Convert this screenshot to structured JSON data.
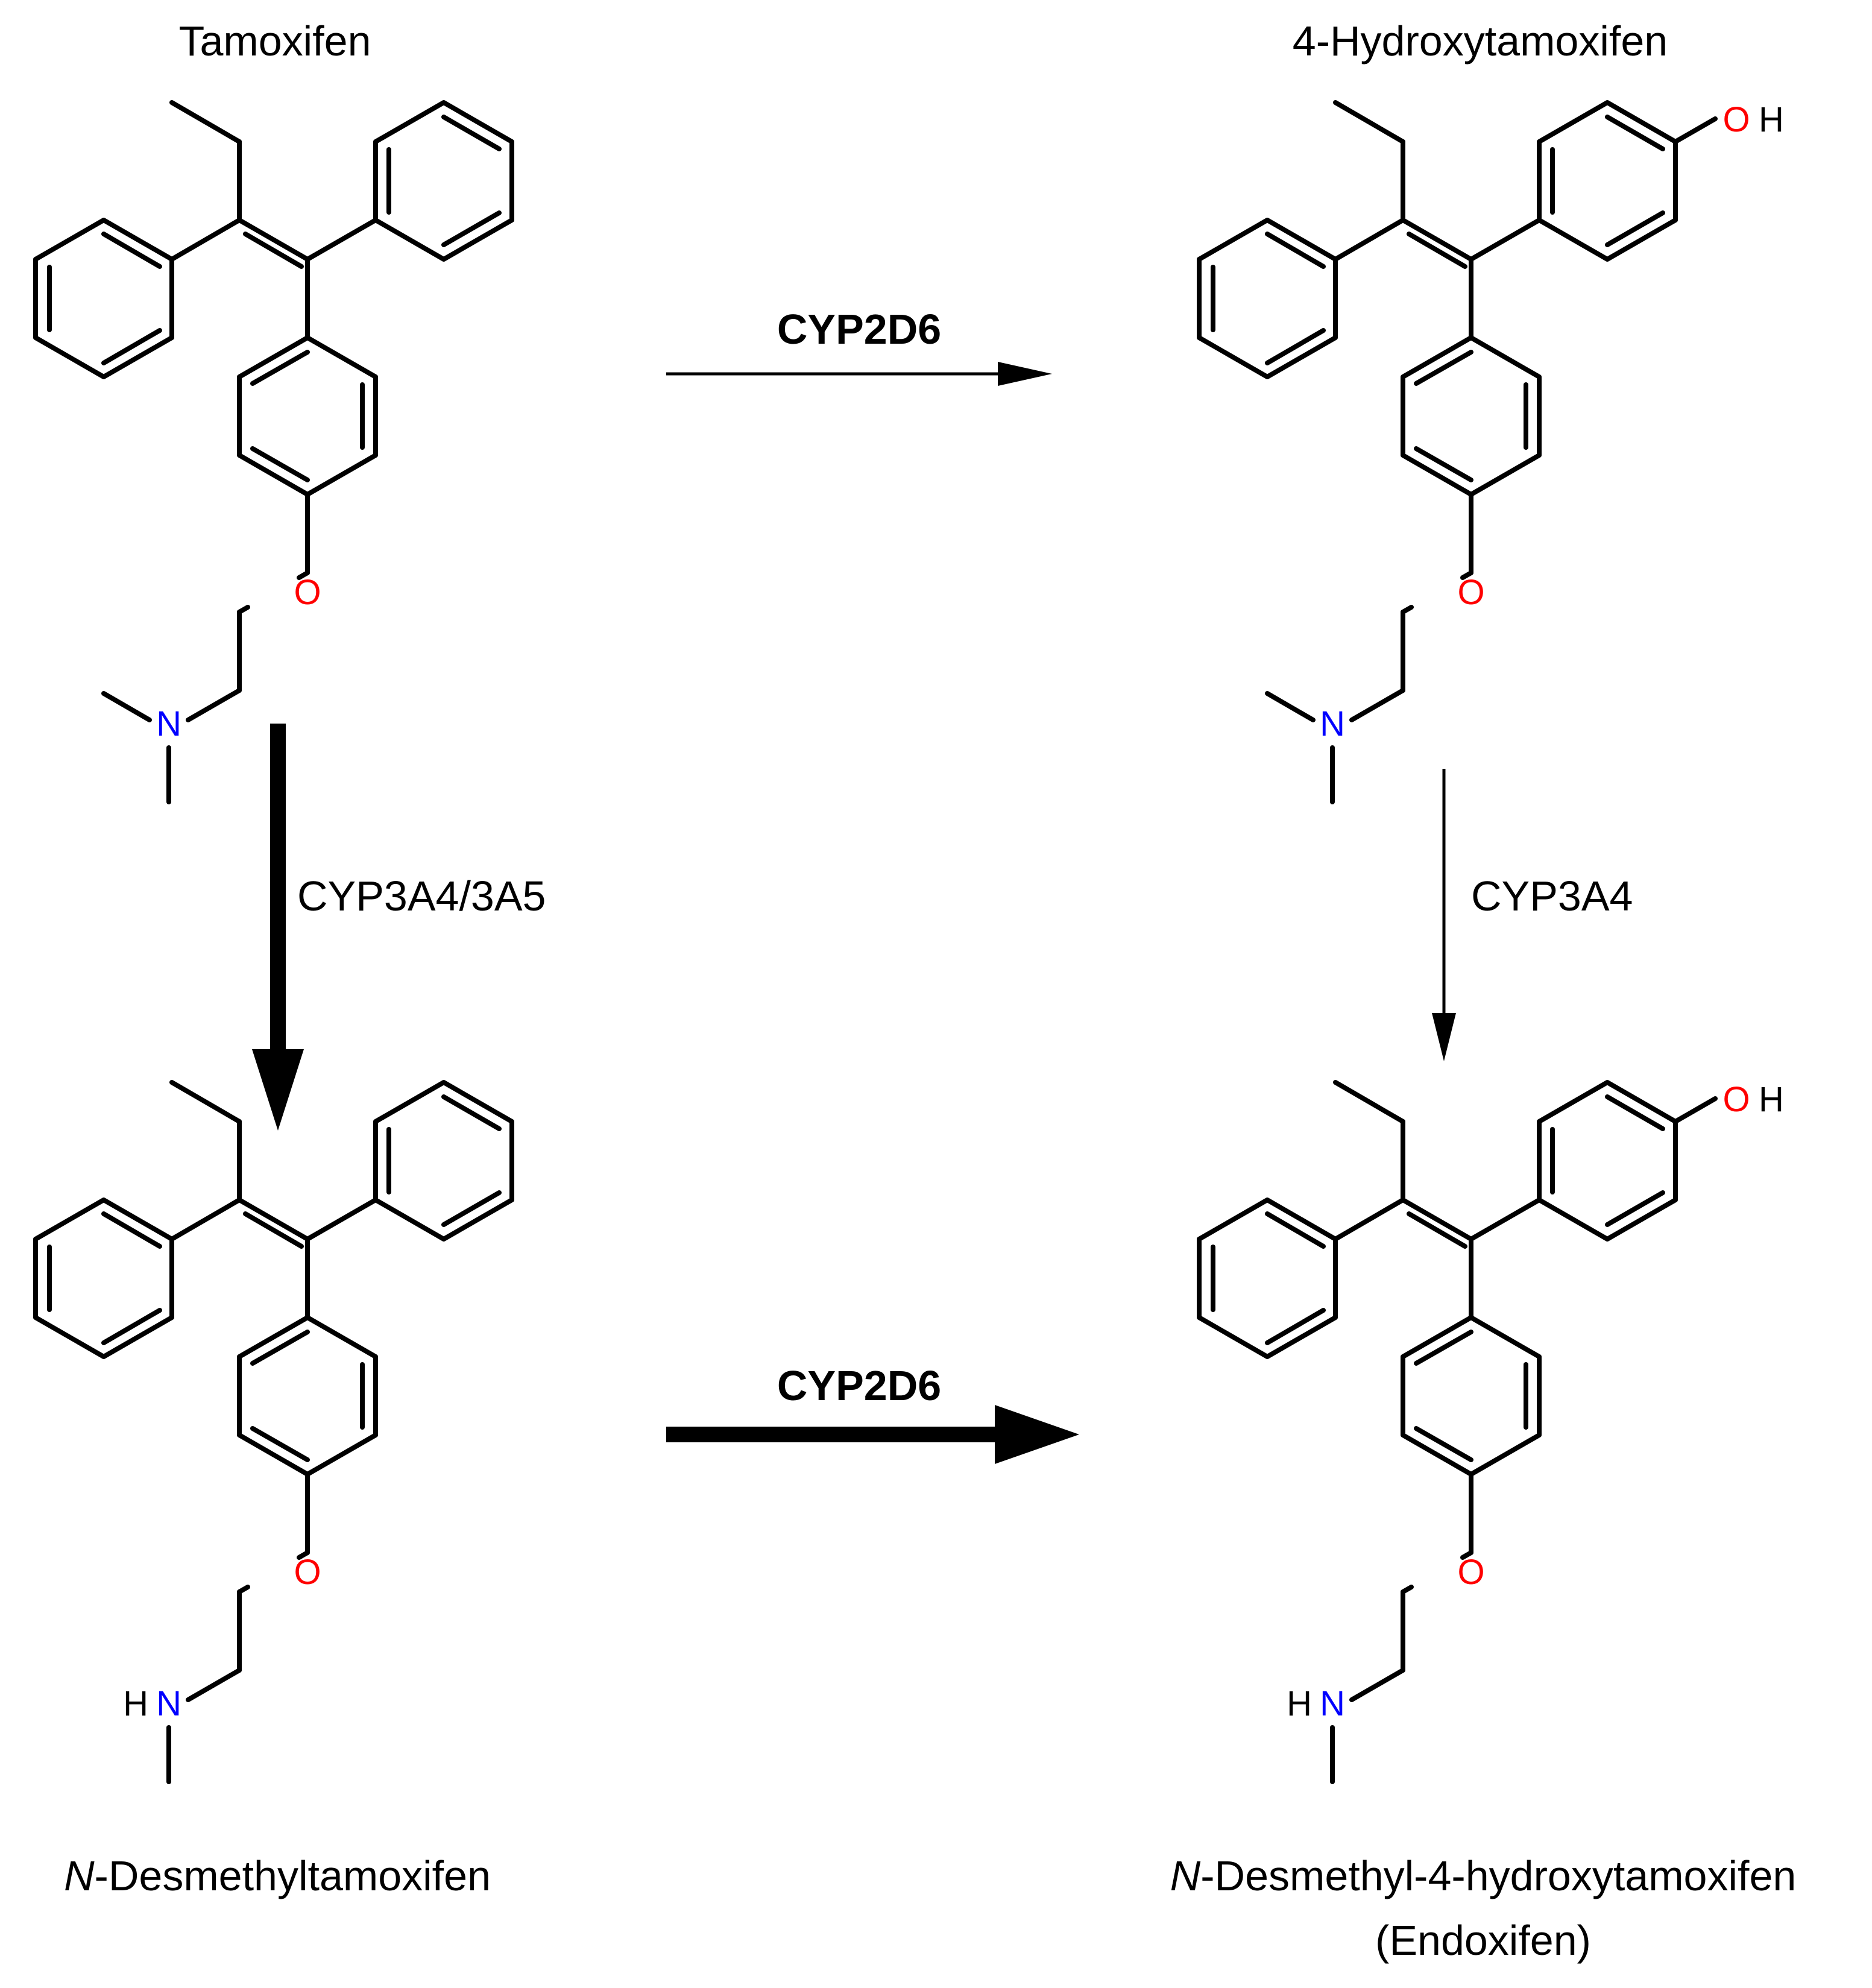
{
  "colors": {
    "bond": "#000000",
    "oxygen": "#ff0000",
    "nitrogen": "#0000ff",
    "text": "#000000",
    "background": "#ffffff"
  },
  "compounds": {
    "tamoxifen": {
      "name": "Tamoxifen"
    },
    "hydroxy": {
      "name": "4-Hydroxytamoxifen"
    },
    "desmethyl": {
      "name_italic": "N",
      "name_rest": "-Desmethyltamoxifen"
    },
    "endoxifen": {
      "name_italic": "N",
      "name_rest": "-Desmethyl-4-hydroxytamoxifen",
      "name_line2": "(Endoxifen)"
    }
  },
  "atoms": {
    "oxygen": "O",
    "nitrogen": "N",
    "hydrogen": "H"
  },
  "reactions": {
    "top": {
      "enzyme": "CYP2D6",
      "emphasis": "minor"
    },
    "left": {
      "enzyme": "CYP3A4/3A5",
      "emphasis": "major"
    },
    "right": {
      "enzyme": "CYP3A4",
      "emphasis": "minor"
    },
    "bottom": {
      "enzyme": "CYP2D6",
      "emphasis": "major"
    }
  }
}
